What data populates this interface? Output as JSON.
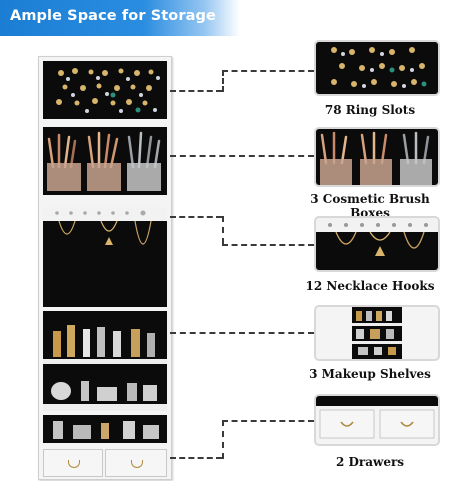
{
  "banner": {
    "title": "Ample Space for Storage",
    "color": "#1c7ed3"
  },
  "features": [
    {
      "label": "78 Ring Slots",
      "icon": "ring-slots-icon"
    },
    {
      "label": "3 Cosmetic Brush Boxes",
      "icon": "brush-box-icon"
    },
    {
      "label": "12 Necklace Hooks",
      "icon": "necklace-hook-icon"
    },
    {
      "label": "3 Makeup Shelves",
      "icon": "makeup-shelf-icon"
    },
    {
      "label": "2 Drawers",
      "icon": "drawer-icon"
    }
  ]
}
